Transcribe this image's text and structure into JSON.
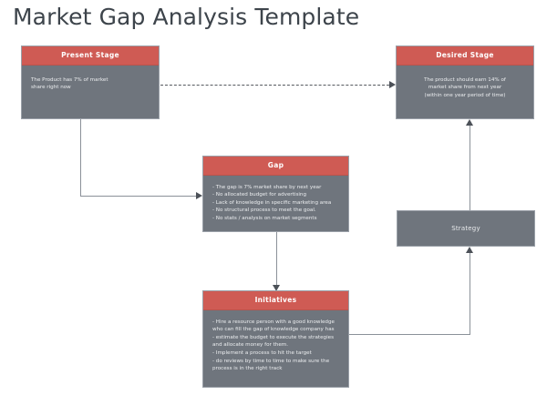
{
  "title": "Market Gap Analysis Template",
  "theme": {
    "header_color": "#cf5b54",
    "body_color": "#6f757d",
    "border_color": "#9aa0a8",
    "connector_color": "#8b9199",
    "title_color": "#3d444b",
    "text_color": "#eceef0",
    "background": "#ffffff"
  },
  "nodes": {
    "present": {
      "header": "Present Stage",
      "lines": [
        "The Product has 7% of market",
        "share right now"
      ]
    },
    "desired": {
      "header": "Desired Stage",
      "lines": [
        "The product should earn 14% of",
        "market share from next year",
        "(within one year period of time)"
      ]
    },
    "gap": {
      "header": "Gap",
      "lines": [
        "- The gap is 7% market share by next year",
        "- No allocated budget for advertising",
        "- Lack of knowledge in specific marketing area",
        "- No structural process to meet the goal.",
        "- No stats / analysis on market segments"
      ]
    },
    "initiatives": {
      "header": "Initiatives",
      "lines": [
        "- Hire a resource person with a good knowledge",
        "who can fill the gap of knowledge company has",
        "- estimate the budget to execute the strategies",
        "and allocate money for them.",
        "- Implement a process to hit the target",
        "- do reviews by time to time to make sure the",
        "process is in the right track"
      ]
    },
    "strategy": {
      "header": "",
      "lines": [
        "Strategy"
      ]
    }
  },
  "connectors": [
    {
      "name": "present-to-desired",
      "style": "dashed",
      "from": "present",
      "to": "desired",
      "arrow": "right"
    },
    {
      "name": "present-to-gap",
      "style": "solid-elbow",
      "from": "present",
      "to": "gap",
      "arrow": "right"
    },
    {
      "name": "gap-to-initiatives",
      "style": "solid",
      "from": "gap",
      "to": "initiatives",
      "arrow": "down"
    },
    {
      "name": "initiatives-to-strategy",
      "style": "solid-elbow",
      "from": "initiatives",
      "to": "strategy",
      "arrow": "up"
    },
    {
      "name": "strategy-to-desired",
      "style": "solid",
      "from": "strategy",
      "to": "desired",
      "arrow": "up"
    }
  ]
}
